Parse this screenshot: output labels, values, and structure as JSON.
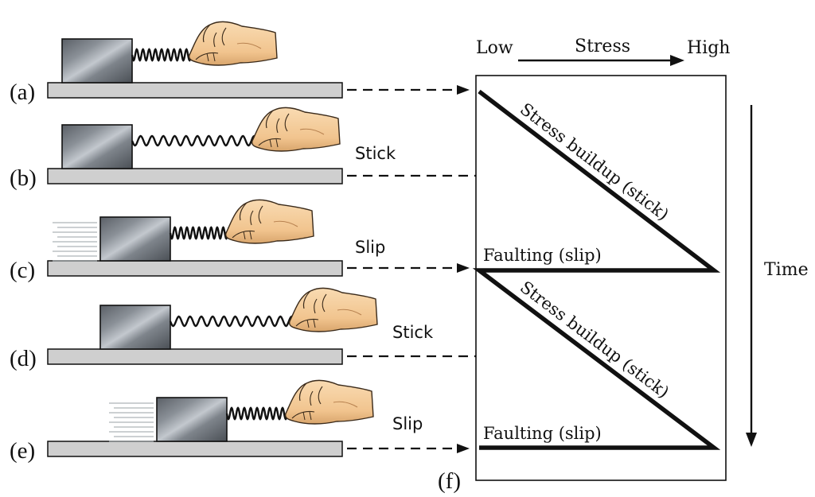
{
  "stages": [
    {
      "id": "a",
      "label": "(a)",
      "phase": ""
    },
    {
      "id": "b",
      "label": "(b)",
      "phase": "Stick"
    },
    {
      "id": "c",
      "label": "(c)",
      "phase": "Slip"
    },
    {
      "id": "d",
      "label": "(d)",
      "phase": "Stick"
    },
    {
      "id": "e",
      "label": "(e)",
      "phase": "Slip"
    }
  ],
  "graph": {
    "label": "(f)",
    "stress_low": "Low",
    "stress_title": "Stress",
    "stress_high": "High",
    "time_label": "Time",
    "buildup_1": "Stress buildup (stick)",
    "buildup_2": "Stress buildup (stick)",
    "faulting_1": "Faulting (slip)",
    "faulting_2": "Faulting (slip)"
  },
  "colors": {
    "base_fill": "#cfcfcf",
    "block_dark": "#4a4f55",
    "block_light": "#b9bec4",
    "skin": "#f4cfa0",
    "skin_shadow": "#d9a56c",
    "ink": "#111111"
  }
}
